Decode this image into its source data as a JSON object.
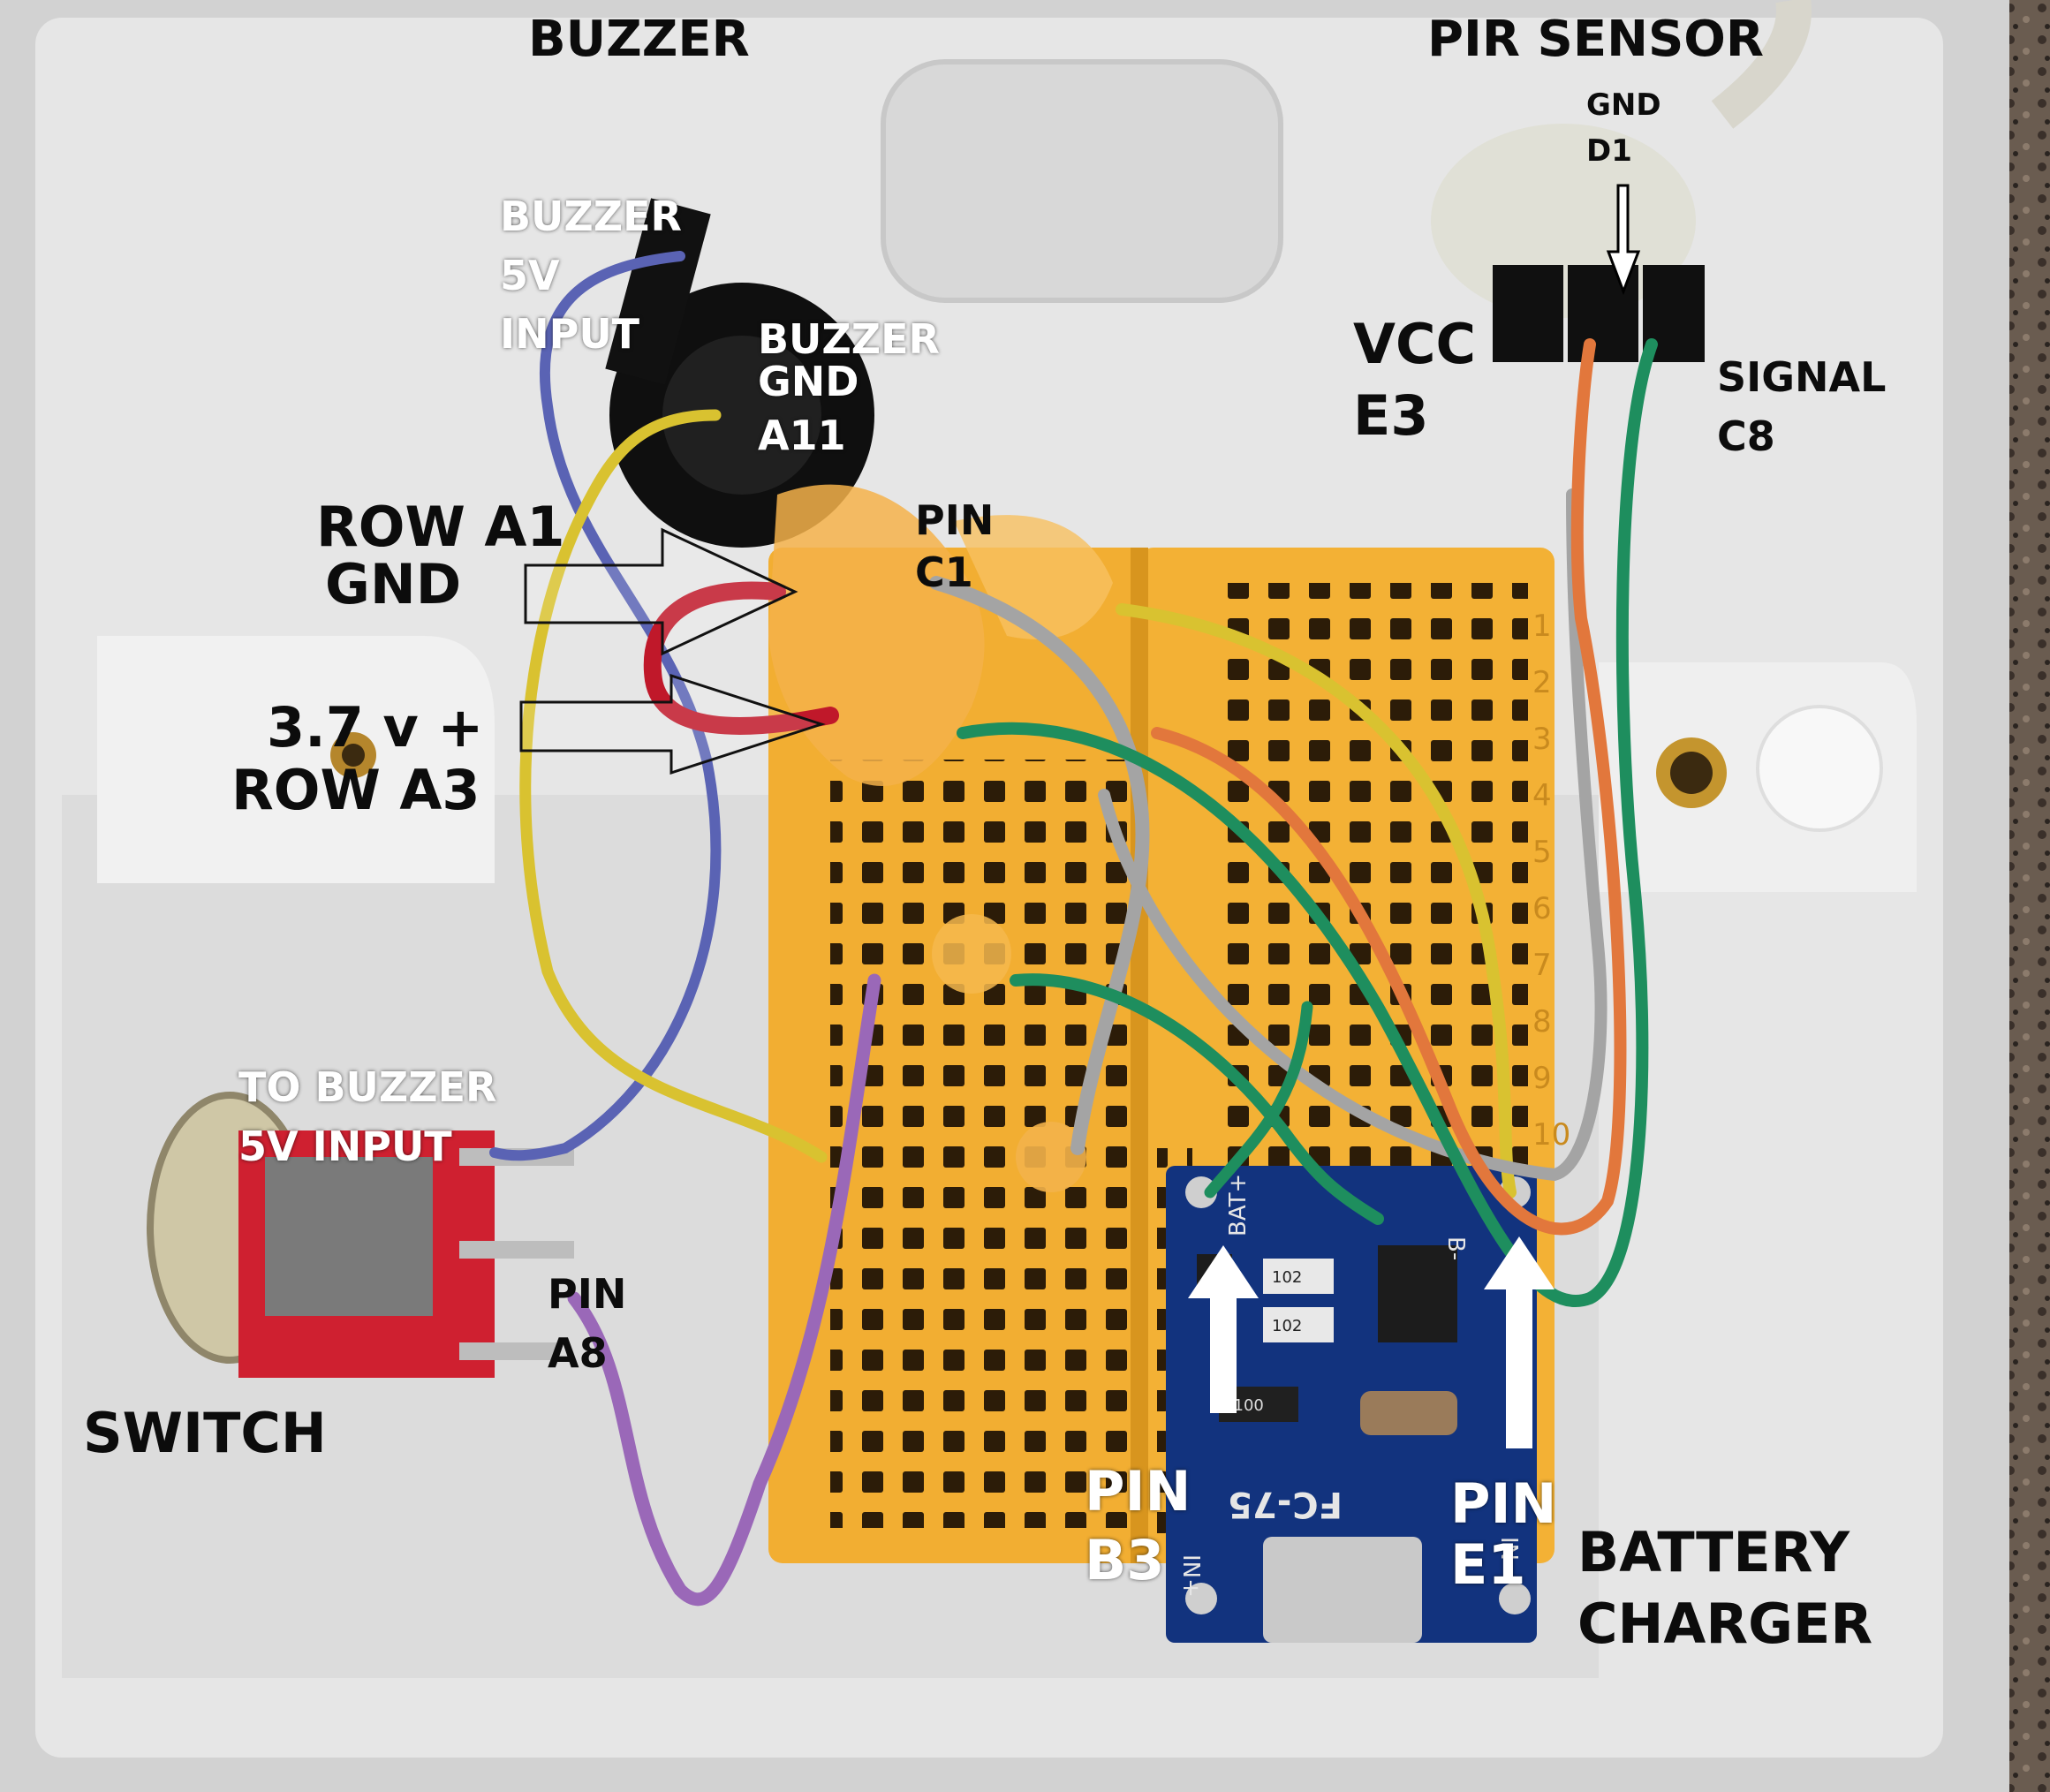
{
  "labels": {
    "buzzer_title": "BUZZER",
    "pir_title": "PIR SENSOR",
    "pir_gnd": "GND",
    "pir_d1": "D1",
    "buzzer_5v": [
      "BUZZER",
      "5V",
      "INPUT"
    ],
    "buzzer_gnd": [
      "BUZZER",
      "GND",
      "A11"
    ],
    "vcc": [
      "VCC",
      "E3"
    ],
    "signal": [
      "SIGNAL",
      "C8"
    ],
    "row_a1": [
      "ROW A1",
      "GND"
    ],
    "pin_c1": [
      "PIN",
      "C1"
    ],
    "row_a3": [
      "3.7 v +",
      "ROW A3"
    ],
    "to_buzzer": [
      "TO BUZZER",
      "5V INPUT"
    ],
    "pin_a8": [
      "PIN",
      "A8"
    ],
    "switch": "SWITCH",
    "pin_b3": [
      "PIN",
      "B3"
    ],
    "pin_e1": [
      "PIN",
      "E1"
    ],
    "battery_charger": [
      "BATTERY",
      "CHARGER"
    ]
  },
  "pcb_silkscreen": {
    "model": "FC-75",
    "bat_plus": "BAT+",
    "bat_minus": "B-",
    "in_plus": "IN+",
    "in_minus": "IN-",
    "r1": "102",
    "r2": "102",
    "r3": "R100"
  },
  "breadboard_rows": [
    "1",
    "2",
    "3",
    "4",
    "5",
    "6",
    "7",
    "8",
    "9",
    "10"
  ],
  "colors": {
    "enclosure": "#e4e4e4",
    "breadboard": "#f2ae32",
    "pcb": "#12337e",
    "wire_red": "#c0182a",
    "wire_yellow": "#d9c230",
    "wire_blue": "#5a63b4",
    "wire_green": "#1e8e5e",
    "wire_orange": "#e2773c",
    "wire_gray": "#a4a4a4",
    "wire_purple": "#9a68b8",
    "switch_body": "#cf2030"
  }
}
